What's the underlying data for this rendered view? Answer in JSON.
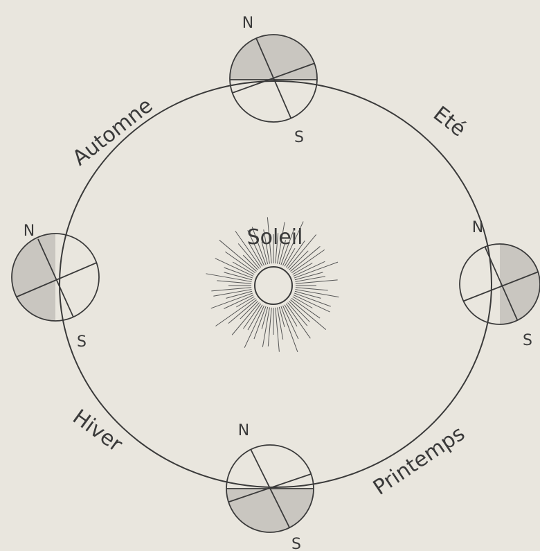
{
  "center_label": "Soleil",
  "seasons": {
    "autumn": "Automne",
    "summer": "Eté",
    "winter": "Hiver",
    "spring": "Printemps"
  },
  "pole_labels": {
    "north": "N",
    "south": "S"
  },
  "colors": {
    "background": "#e9e6de",
    "ink": "#3a3a3a",
    "shade": "#c9c6c0"
  }
}
